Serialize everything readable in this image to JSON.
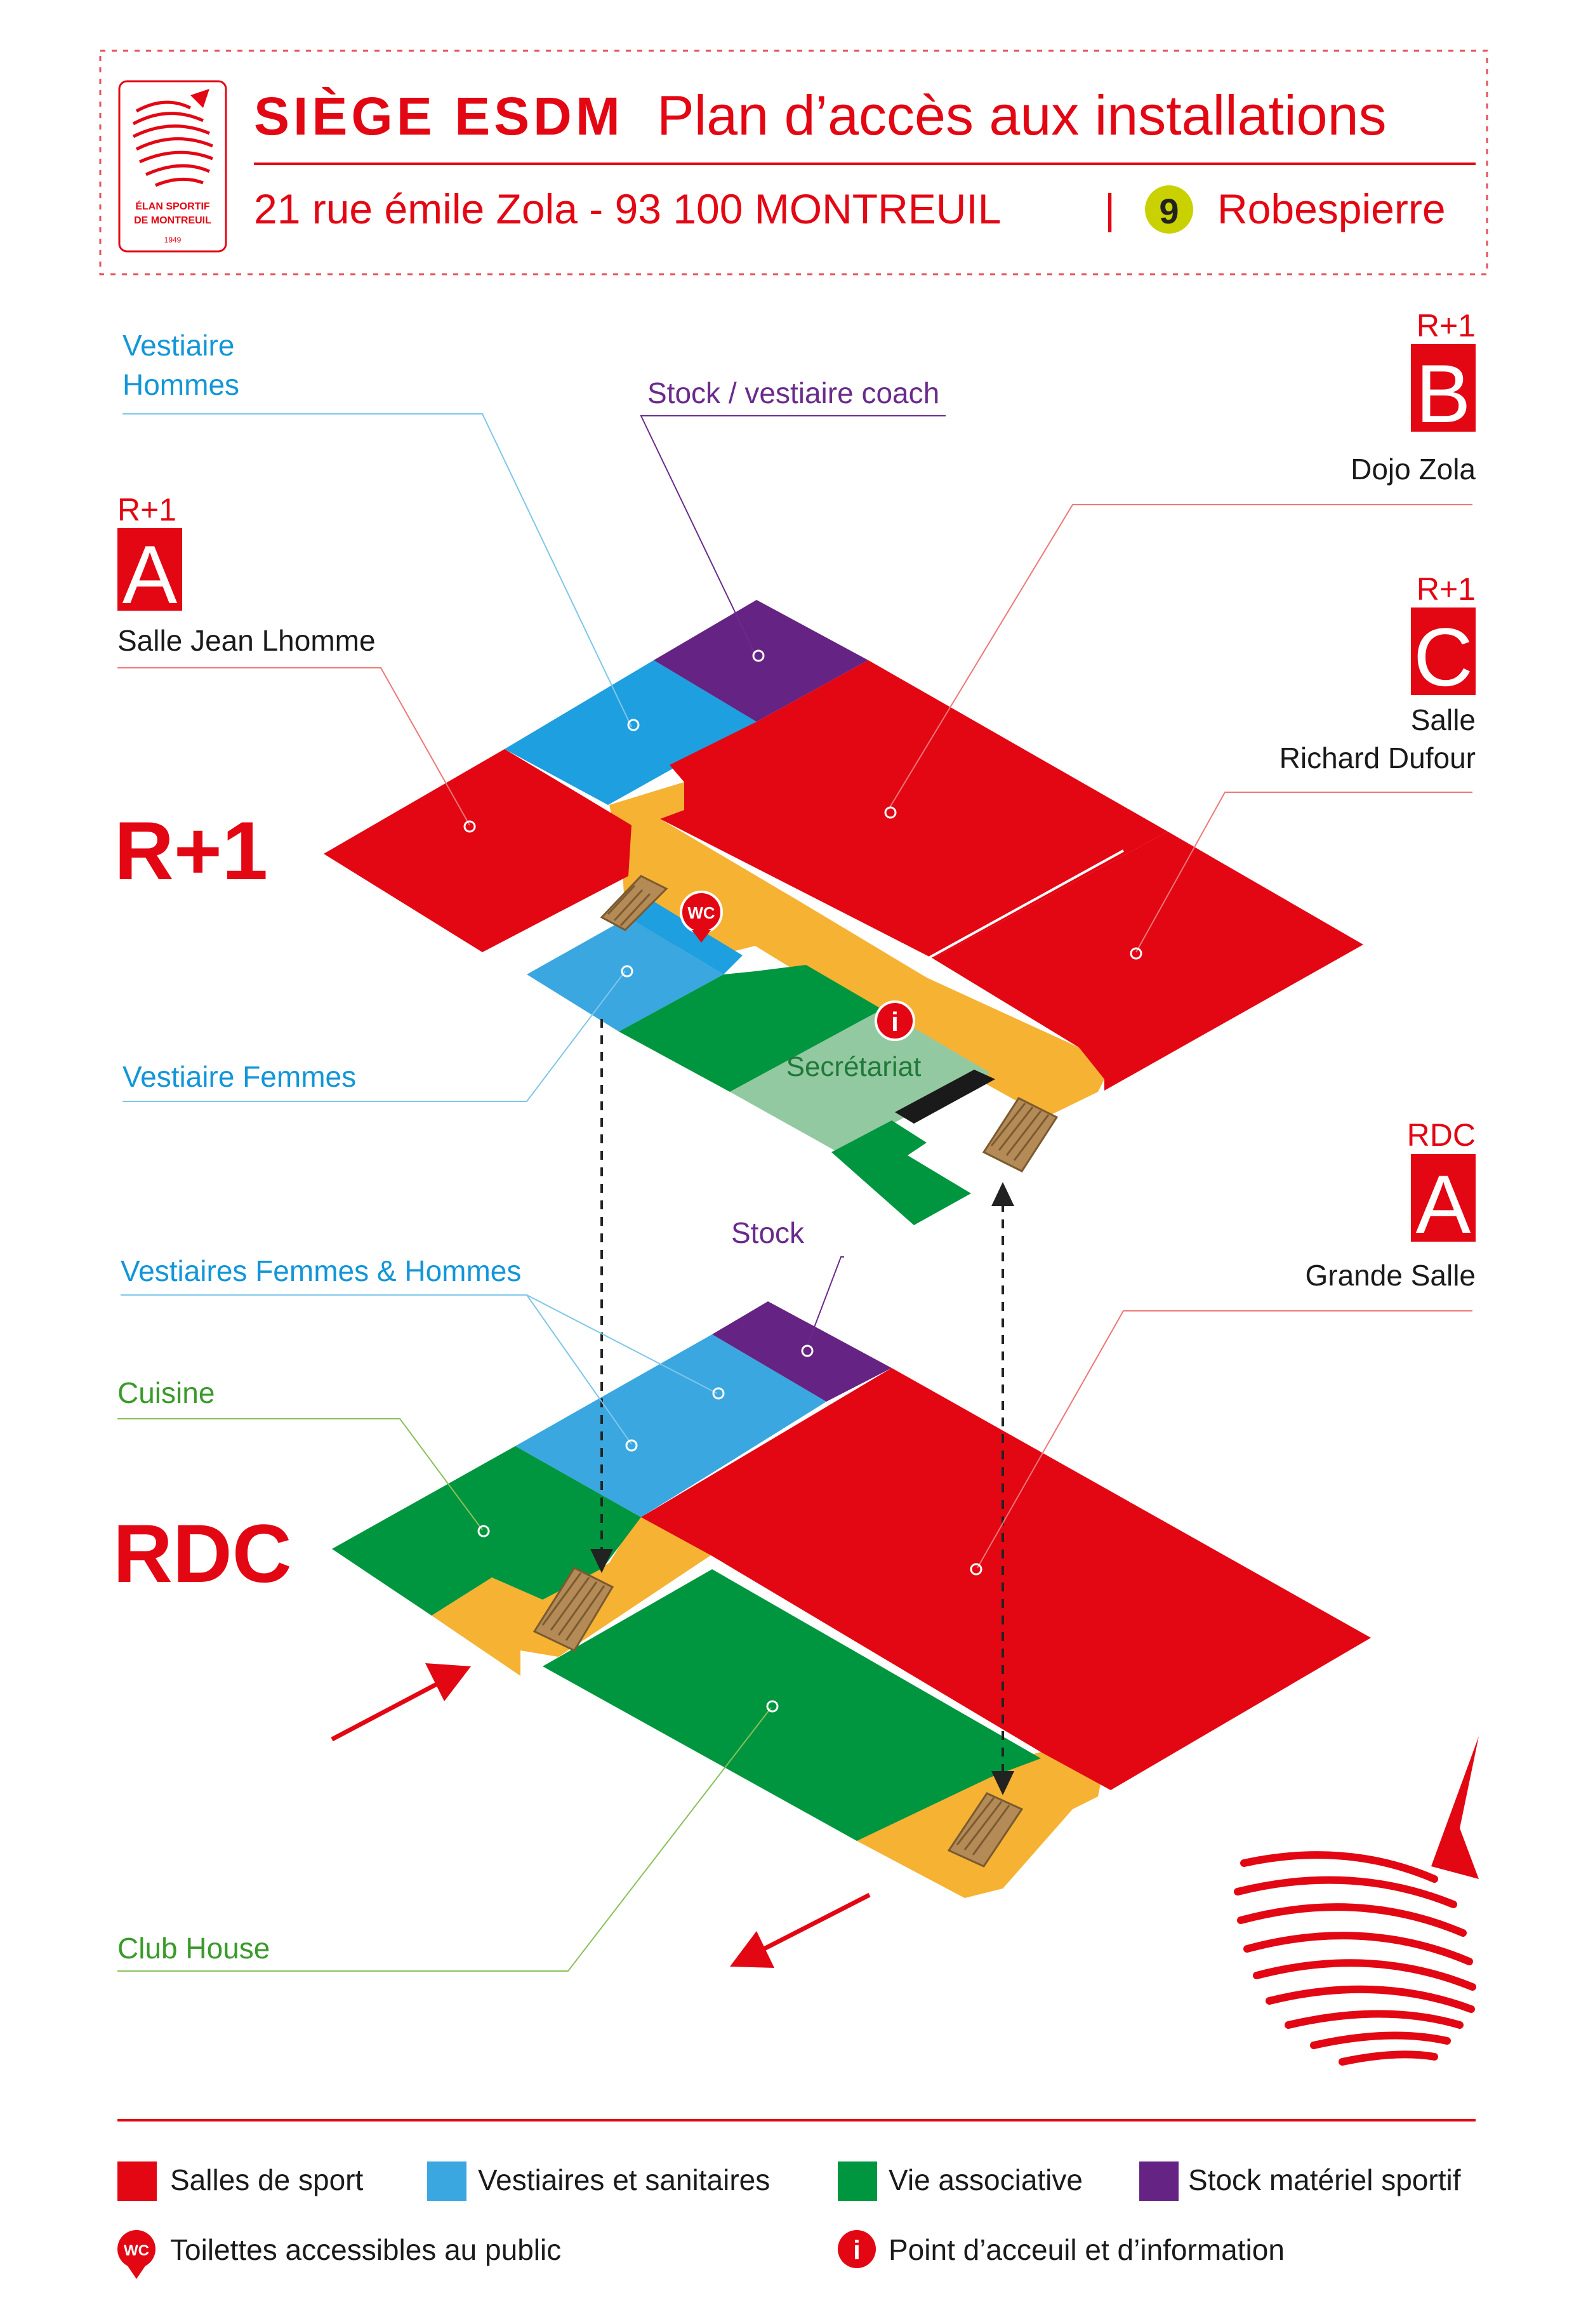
{
  "colors": {
    "sport": "#e30613",
    "vestiaire": "#1d9fe0",
    "vestiaire_light": "#3aa7e0",
    "asso": "#00963f",
    "asso_light": "#93c9a1",
    "stock": "#652483",
    "corridor": "#f6b233",
    "stairs": "#9c7a4a",
    "cyan_text": "#1296d8",
    "purple_text": "#6a2b8c",
    "green_text": "#3a9a2a",
    "badge_yellow": "#c9d200"
  },
  "header": {
    "logo_text_1": "ÉLAN SPORTIF",
    "logo_text_2": "DE MONTREUIL",
    "logo_year": "1949",
    "brand": "SIÈGE ESDM",
    "title": "Plan d’accès aux installations",
    "address": "21 rue émile Zola - 93 100 MONTREUIL",
    "separator": "|",
    "metro_line": "9",
    "metro_station": "Robespierre"
  },
  "floors": {
    "r1_label": "R+1",
    "rdc_label": "RDC"
  },
  "rooms_r1": {
    "vestiaire_hommes_1": "Vestiaire",
    "vestiaire_hommes_2": "Hommes",
    "stock_coach": "Stock / vestiaire coach",
    "a_level": "R+1",
    "a_letter": "A",
    "a_name": "Salle Jean Lhomme",
    "b_level": "R+1",
    "b_letter": "B",
    "b_name": "Dojo Zola",
    "c_level": "R+1",
    "c_letter": "C",
    "c_name_1": "Salle",
    "c_name_2": "Richard Dufour",
    "vestiaire_femmes": "Vestiaire Femmes",
    "secretariat": "Secrétariat",
    "wc": "WC",
    "info": "i"
  },
  "rooms_rdc": {
    "stock": "Stock",
    "vestiaires": "Vestiaires Femmes & Hommes",
    "cuisine": "Cuisine",
    "a_level": "RDC",
    "a_letter": "A",
    "a_name": "Grande Salle",
    "club_house": "Club House"
  },
  "legend": {
    "sport": "Salles de sport",
    "vestiaire": "Vestiaires et sanitaires",
    "asso": "Vie associative",
    "stock": "Stock matériel sportif",
    "wc_icon": "WC",
    "wc": "Toilettes accessibles au public",
    "info_icon": "i",
    "info": "Point d’acceuil et d’information"
  }
}
